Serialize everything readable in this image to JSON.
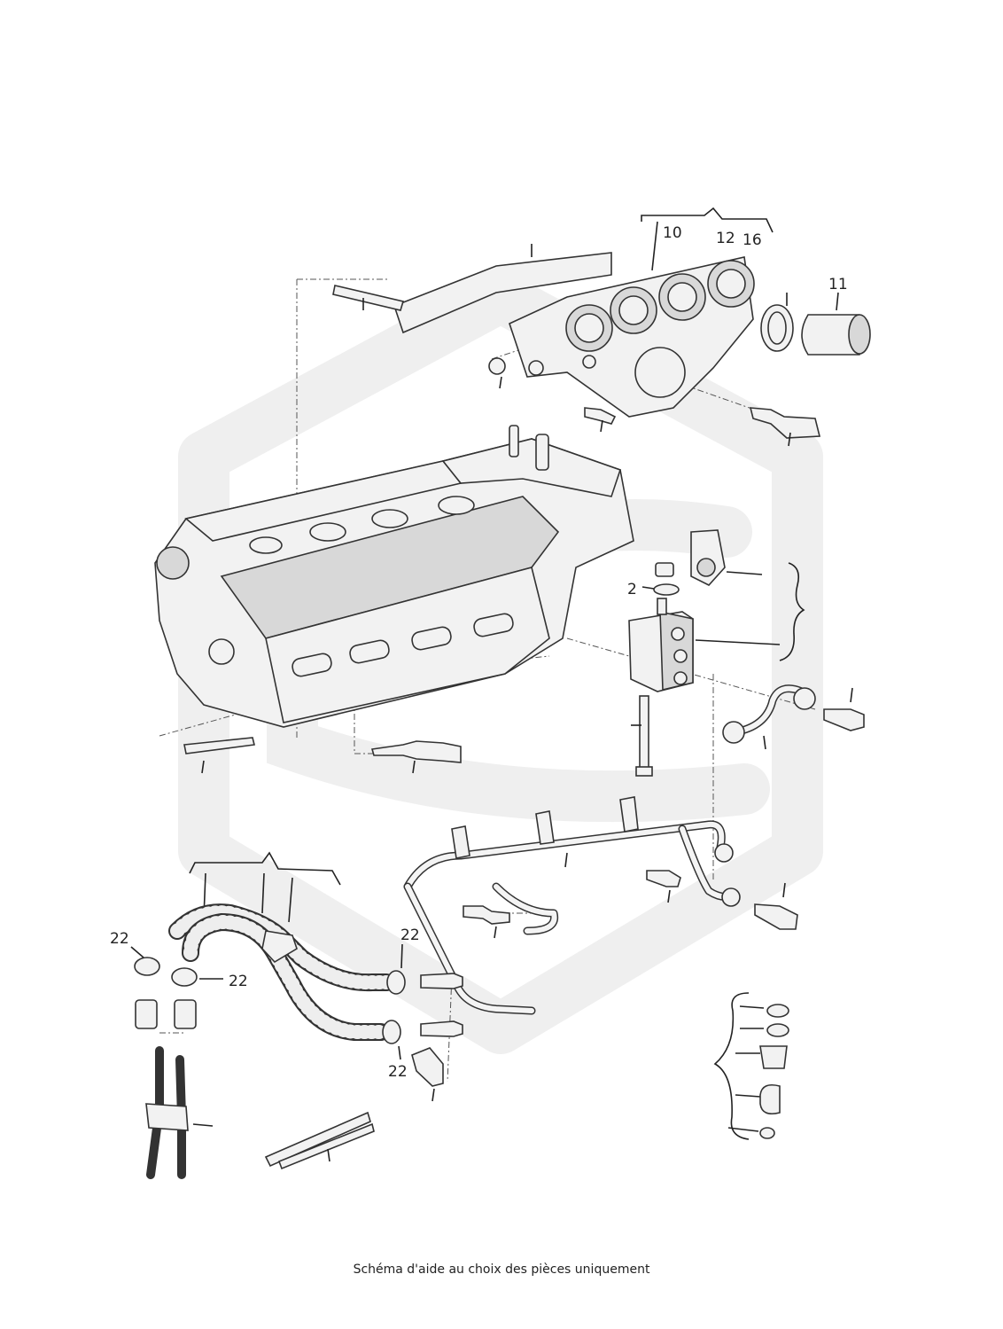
{
  "callouts": {
    "c10": "10",
    "c12": "12",
    "c16": "16",
    "c11": "11",
    "c2": "2",
    "c22": "22"
  },
  "footer": {
    "caption": "Schéma d'aide au choix des pièces uniquement"
  },
  "colors": {
    "watermark": "#efefef",
    "line": "#333333",
    "part_fill": "#f2f2f2"
  }
}
